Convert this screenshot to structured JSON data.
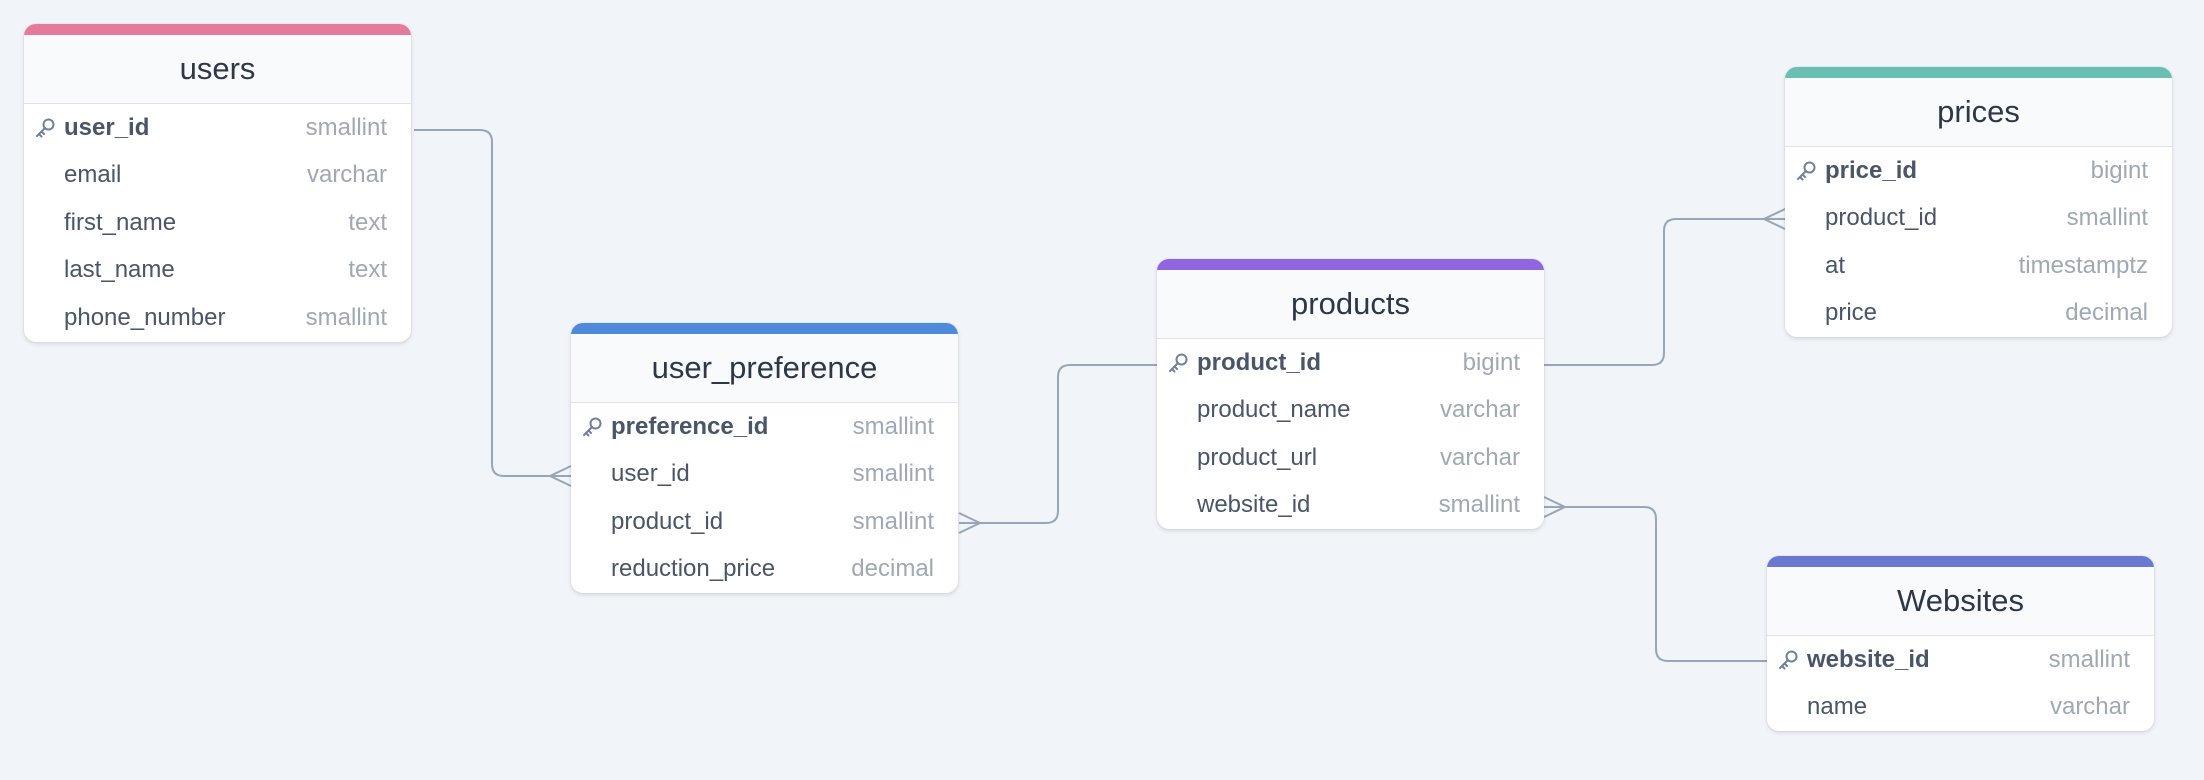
{
  "colors": {
    "background": "#f1f4f8",
    "connector": "#98a5b6",
    "users_accent": "#e47a9c",
    "user_preference_accent": "#4e8ad9",
    "products_accent": "#9065df",
    "prices_accent": "#6bbfb2",
    "websites_accent": "#6a78d0"
  },
  "tables": {
    "users": {
      "title": "users",
      "rows": [
        {
          "name": "user_id",
          "type": "smallint",
          "primary_key": true
        },
        {
          "name": "email",
          "type": "varchar"
        },
        {
          "name": "first_name",
          "type": "text"
        },
        {
          "name": "last_name",
          "type": "text"
        },
        {
          "name": "phone_number",
          "type": "smallint"
        }
      ]
    },
    "user_preference": {
      "title": "user_preference",
      "rows": [
        {
          "name": "preference_id",
          "type": "smallint",
          "primary_key": true
        },
        {
          "name": "user_id",
          "type": "smallint"
        },
        {
          "name": "product_id",
          "type": "smallint"
        },
        {
          "name": "reduction_price",
          "type": "decimal"
        }
      ]
    },
    "products": {
      "title": "products",
      "rows": [
        {
          "name": "product_id",
          "type": "bigint",
          "primary_key": true
        },
        {
          "name": "product_name",
          "type": "varchar"
        },
        {
          "name": "product_url",
          "type": "varchar"
        },
        {
          "name": "website_id",
          "type": "smallint"
        }
      ]
    },
    "prices": {
      "title": "prices",
      "rows": [
        {
          "name": "price_id",
          "type": "bigint",
          "primary_key": true
        },
        {
          "name": "product_id",
          "type": "smallint"
        },
        {
          "name": "at",
          "type": "timestamptz"
        },
        {
          "name": "price",
          "type": "decimal"
        }
      ]
    },
    "websites": {
      "title": "Websites",
      "rows": [
        {
          "name": "website_id",
          "type": "smallint",
          "primary_key": true
        },
        {
          "name": "name",
          "type": "varchar"
        }
      ]
    }
  },
  "relationships": [
    {
      "from": "users.user_id",
      "to": "user_preference.user_id",
      "cardinality": "one-to-many"
    },
    {
      "from": "products.product_id",
      "to": "user_preference.product_id",
      "cardinality": "one-to-many"
    },
    {
      "from": "products.product_id",
      "to": "prices.product_id",
      "cardinality": "one-to-many"
    },
    {
      "from": "Websites.website_id",
      "to": "products.website_id",
      "cardinality": "one-to-many"
    }
  ]
}
